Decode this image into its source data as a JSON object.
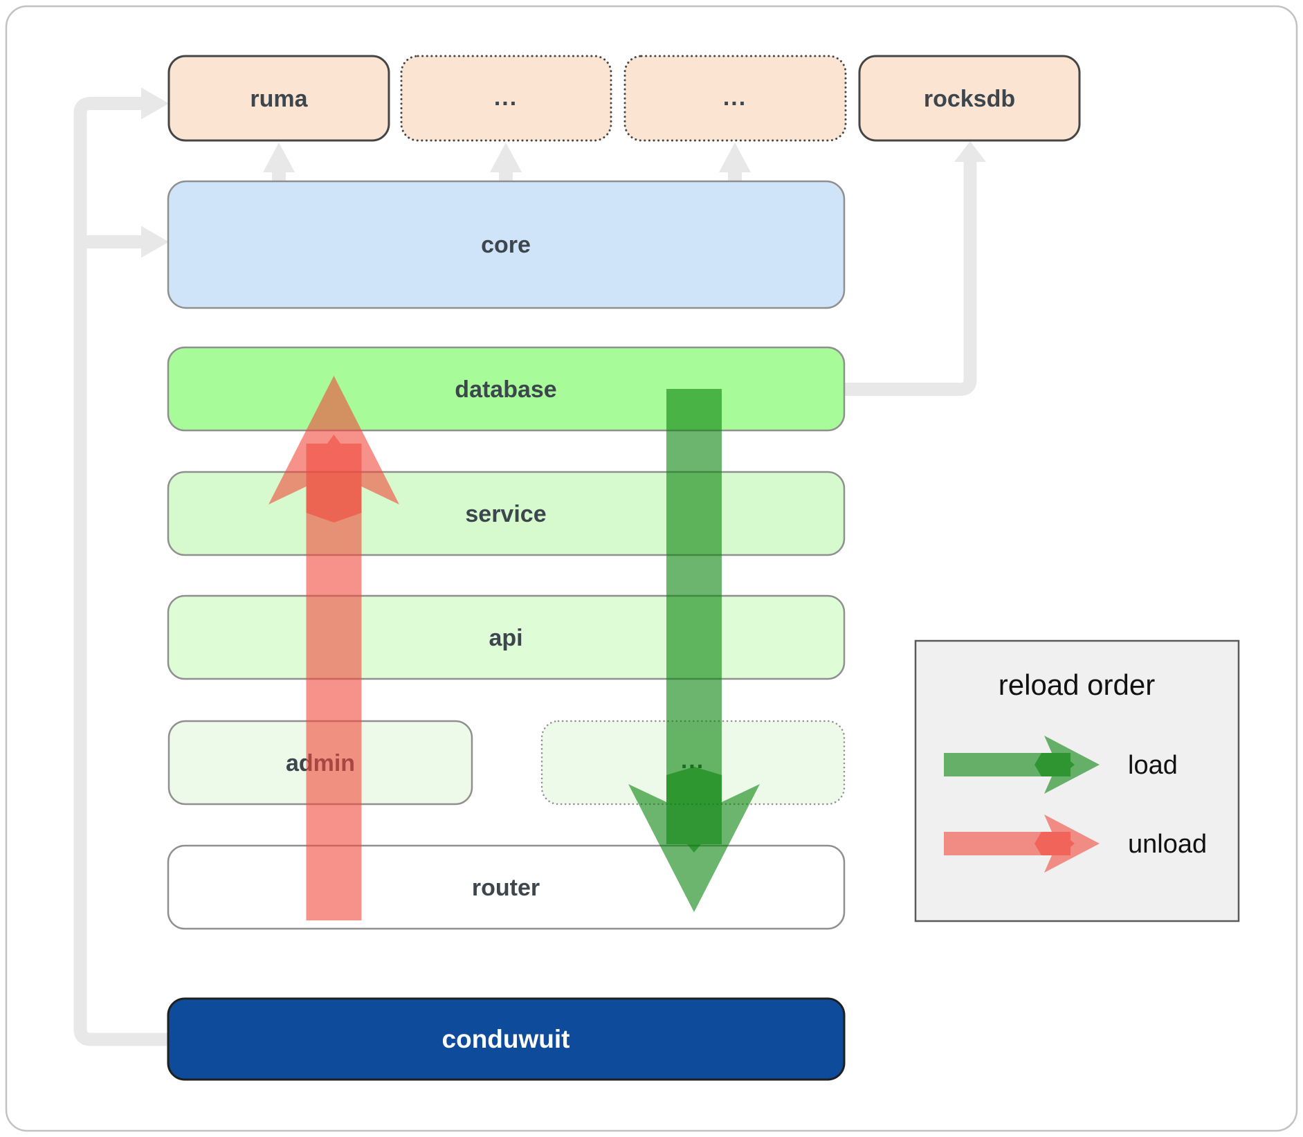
{
  "nodes": {
    "ruma": "ruma",
    "dots_top_left": "...",
    "dots_top_right": "...",
    "rocksdb": "rocksdb",
    "core": "core",
    "database": "database",
    "service": "service",
    "api": "api",
    "admin": "admin",
    "dots_admin": "...",
    "router": "router",
    "conduwuit": "conduwuit"
  },
  "legend": {
    "title": "reload order",
    "load": "load",
    "unload": "unload"
  },
  "colors": {
    "peach": "#fce4d3",
    "core_blue": "#cfe4f8",
    "database_green": "#a7fc99",
    "service_green": "#d6facd",
    "api_green": "#defcd6",
    "pale_green": "#edfae9",
    "router_white": "#ffffff",
    "conduwuit_blue": "#0e4c9b",
    "load_green": "#0a840d",
    "unload_red": "#f04a3c",
    "connector_gray": "#e8e8e8",
    "label_dark": "#3d454d",
    "label_light": "#ffffff",
    "legend_bg": "#f0f0f0"
  }
}
